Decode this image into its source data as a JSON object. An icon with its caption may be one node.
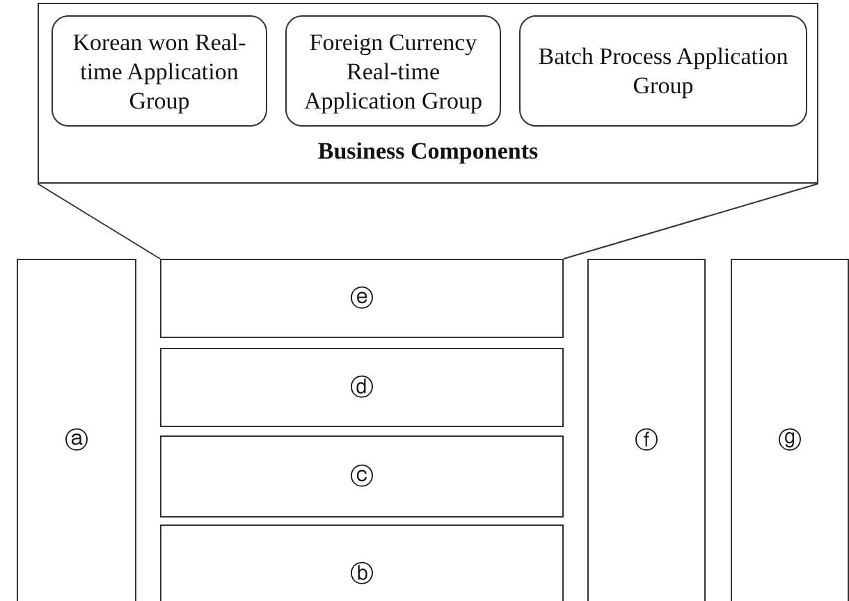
{
  "diagram": {
    "nodes": [
      {
        "text": [
          "Business Components"
        ]
      },
      {
        "text": [
          "Korean won Real-time Application Group"
        ],
        "in": 0
      },
      {
        "text": [
          "Foreign Currency Real-time Application Group"
        ],
        "in": 0
      },
      {
        "text": [
          "Batch Process Application Group"
        ],
        "in": 0
      },
      {
        "text": [
          "ⓐ"
        ]
      },
      {
        "text": [
          "ⓔ"
        ]
      },
      {
        "text": [
          "ⓓ"
        ]
      },
      {
        "text": [
          "ⓒ"
        ]
      },
      {
        "text": [
          "ⓑ"
        ]
      },
      {
        "text": [
          "ⓕ"
        ]
      },
      {
        "text": [
          "ⓖ"
        ]
      }
    ],
    "edges": [
      {
        "from": 5,
        "to": 0,
        "arrow": "none"
      },
      {
        "from": 5,
        "to": 0,
        "arrow": "none"
      }
    ]
  }
}
